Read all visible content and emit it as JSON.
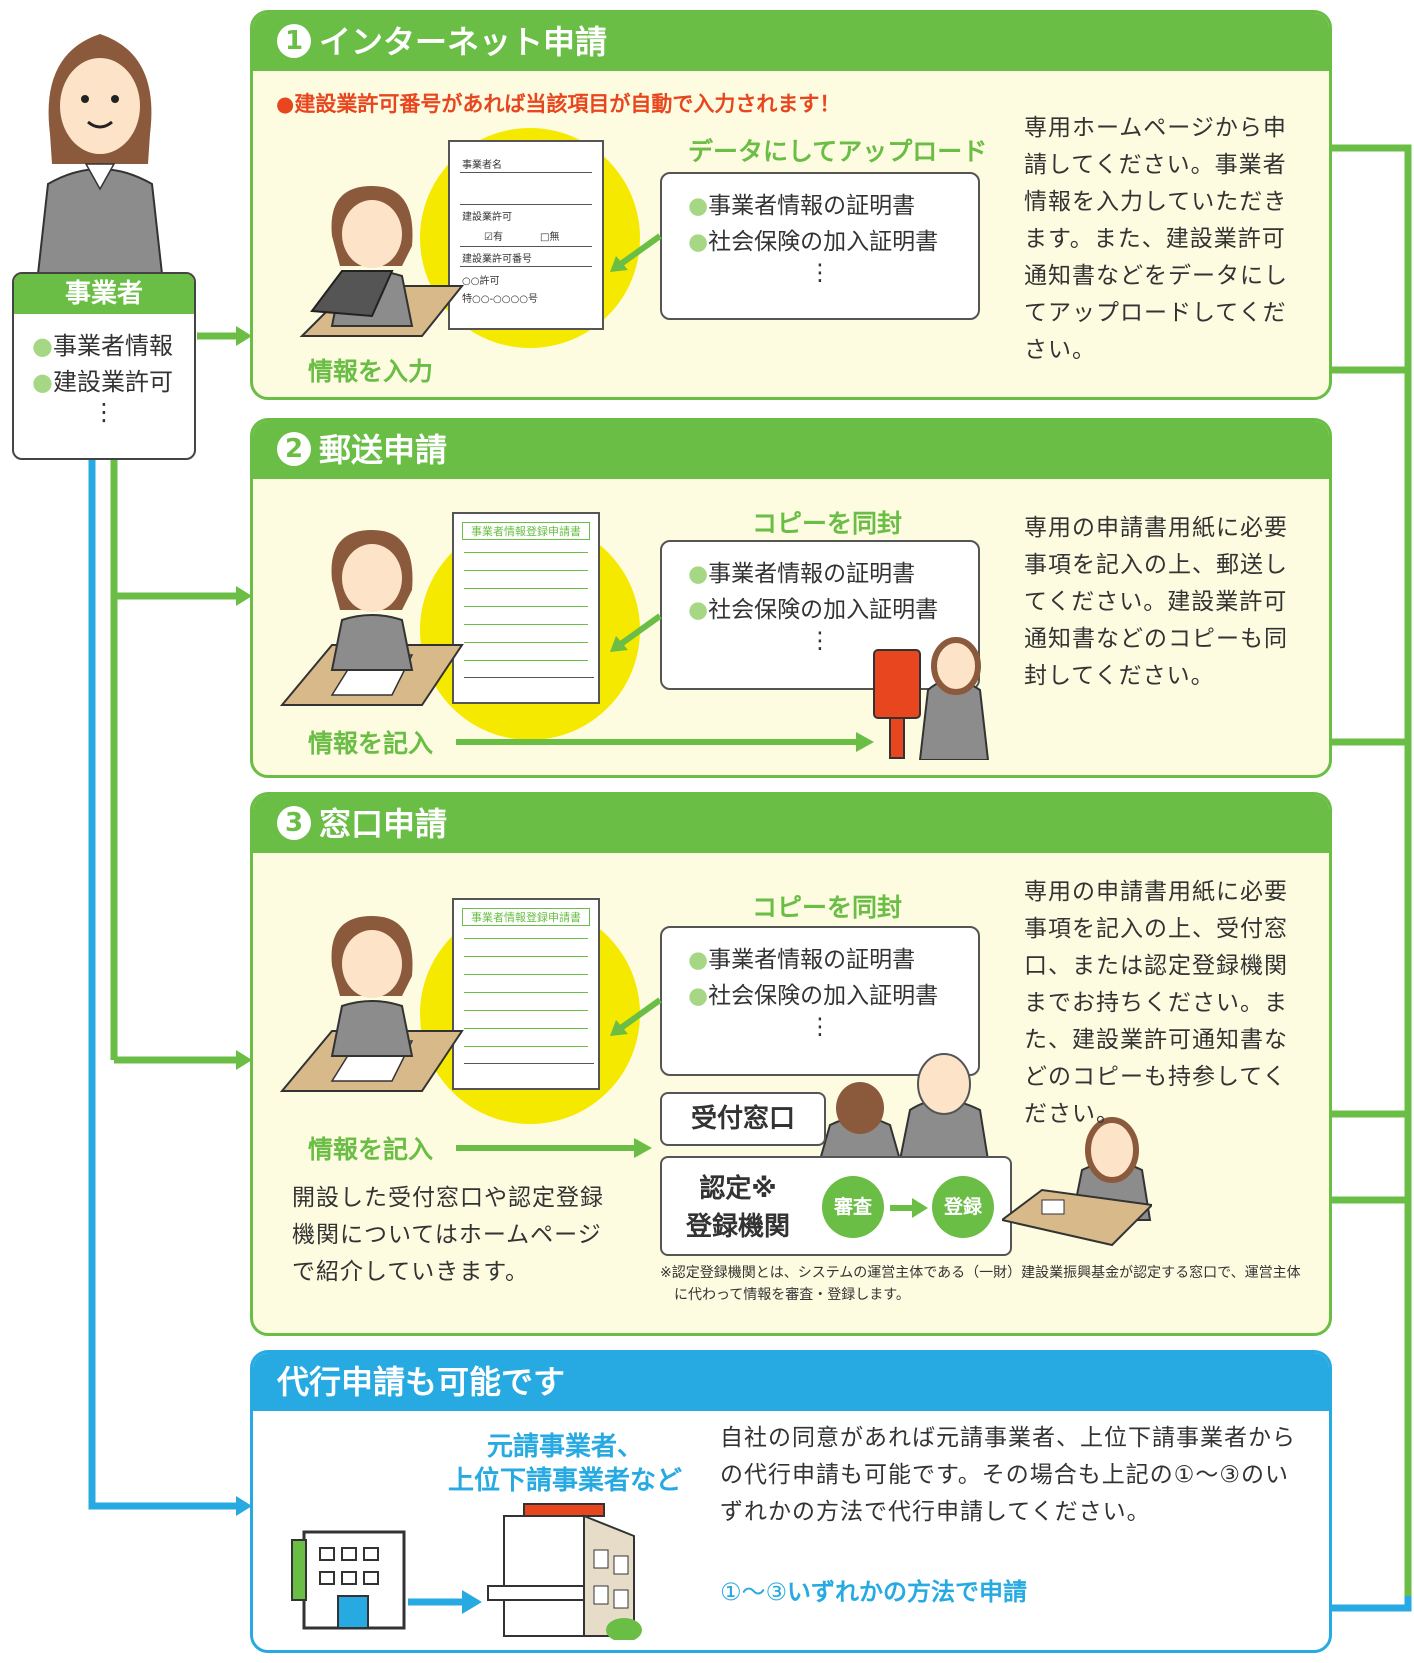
{
  "applicant": {
    "title": "事業者",
    "items": [
      "事業者情報",
      "建設業許可"
    ],
    "ellipsis": "⋮"
  },
  "panel1": {
    "number": "1",
    "title": "インターネット申請",
    "notice": "●建設業許可番号があれば当該項目が自動で入力されます！",
    "upload_label": "データにしてアップロード",
    "doc_items": [
      "事業者情報の証明書",
      "社会保険の加入証明書"
    ],
    "ellipsis": "⋮",
    "input_label": "情報を入力",
    "form": {
      "field1": "事業者名",
      "field2": "建設業許可",
      "check_yes": "☑有",
      "check_no": "□無",
      "field3": "建設業許可番号",
      "value1": "○○許可",
      "value2": "特○○-○○○○号"
    },
    "description": "専用ホームページから申請してください。事業者情報を入力していただきます。また、建設業許可通知書などをデータにしてアップロードしてください。"
  },
  "panel2": {
    "number": "2",
    "title": "郵送申請",
    "enclose_label": "コピーを同封",
    "doc_items": [
      "事業者情報の証明書",
      "社会保険の加入証明書"
    ],
    "ellipsis": "⋮",
    "input_label": "情報を記入",
    "form_title": "事業者情報登録申請書",
    "description": "専用の申請書用紙に必要事項を記入の上、郵送してください。建設業許可通知書などのコピーも同封してください。"
  },
  "panel3": {
    "number": "3",
    "title": "窓口申請",
    "enclose_label": "コピーを同封",
    "doc_items": [
      "事業者情報の証明書",
      "社会保険の加入証明書"
    ],
    "ellipsis": "⋮",
    "input_label": "情報を記入",
    "form_title": "事業者情報登録申請書",
    "counter_label": "受付窓口",
    "cert_label_1": "認定※",
    "cert_label_2": "登録機関",
    "review": "審査",
    "register": "登録",
    "note_left": "開設した受付窓口や認定登録機関についてはホームページで紹介していきます。",
    "footnote": "※認定登録機関とは、システムの運営主体である（一財）建設業振興基金が認定する窓口で、運営主体に代わって情報を審査・登録します。",
    "description": "専用の申請書用紙に必要事項を記入の上、受付窓口、または認定登録機関までお持ちください。また、建設業許可通知書などのコピーも持参してください。"
  },
  "panel4": {
    "title": "代行申請も可能です",
    "agent_label_1": "元請事業者、",
    "agent_label_2": "上位下請事業者など",
    "description": "自社の同意があれば元請事業者、上位下請事業者からの代行申請も可能です。その場合も上記の①〜③のいずれかの方法で代行申請してください。",
    "method_prefix": "①〜③",
    "method_text": "いずれかの方法で申請"
  },
  "colors": {
    "green": "#6abd45",
    "blue": "#27aae1",
    "red": "#e8461e",
    "cream": "#fdfbe0",
    "yellow": "#f5e900"
  }
}
